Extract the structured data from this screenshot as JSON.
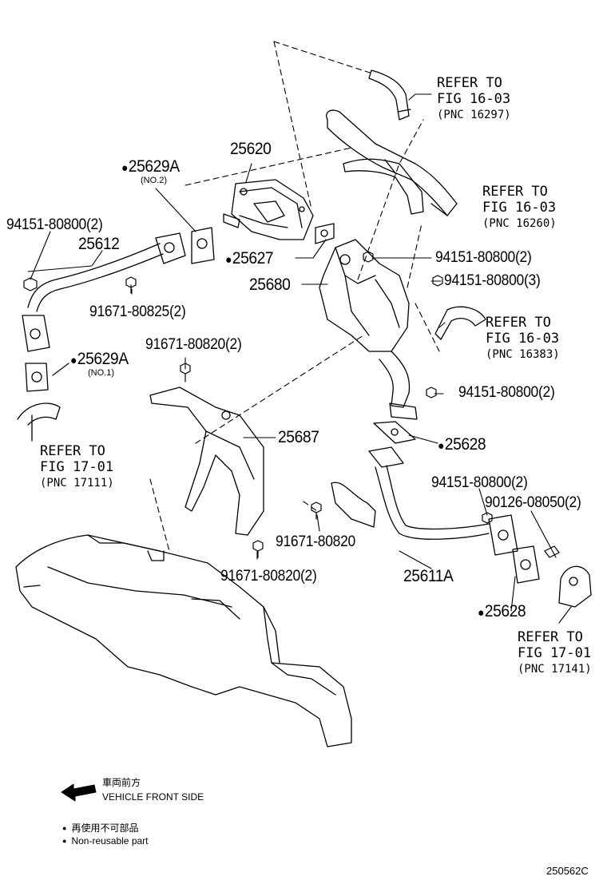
{
  "refs": {
    "r16297": {
      "line1": "REFER TO",
      "line2": "FIG 16-03",
      "line3": "(PNC 16297)"
    },
    "r16260": {
      "line1": "REFER TO",
      "line2": "FIG 16-03",
      "line3": "(PNC 16260)"
    },
    "r16383": {
      "line1": "REFER TO",
      "line2": "FIG 16-03",
      "line3": "(PNC 16383)"
    },
    "r17111": {
      "line1": "REFER TO",
      "line2": "FIG 17-01",
      "line3": "(PNC 17111)"
    },
    "r17141": {
      "line1": "REFER TO",
      "line2": "FIG 17-01",
      "line3": "(PNC 17141)"
    }
  },
  "parts": {
    "p25620": "25620",
    "p25629a_top": "25629A",
    "p25629a_top_sub": "(NO.2)",
    "p94151_2a": "94151-80800(2)",
    "p25612": "25612",
    "p25627": "25627",
    "p94151_2b": "94151-80800(2)",
    "p25680": "25680",
    "p94151_3": "94151-80800(3)",
    "p91671_825": "91671-80825(2)",
    "p25629a_bot": "25629A",
    "p25629a_bot_sub": "(NO.1)",
    "p91671_820a": "91671-80820(2)",
    "p94151_2c": "94151-80800(2)",
    "p25628_a": "25628",
    "p25687": "25687",
    "p94151_2d": "94151-80800(2)",
    "p90126": "90126-08050(2)",
    "p91671_820": "91671-80820",
    "p25611a": "25611A",
    "p91671_820b": "91671-80820(2)",
    "p25628_b": "25628"
  },
  "legend": {
    "front_jp": "車両前方",
    "front_en": "VEHICLE FRONT SIDE",
    "nonreuse_jp": "再使用不可部品",
    "nonreuse_en": "Non-reusable part"
  },
  "figure_code": "250562C"
}
